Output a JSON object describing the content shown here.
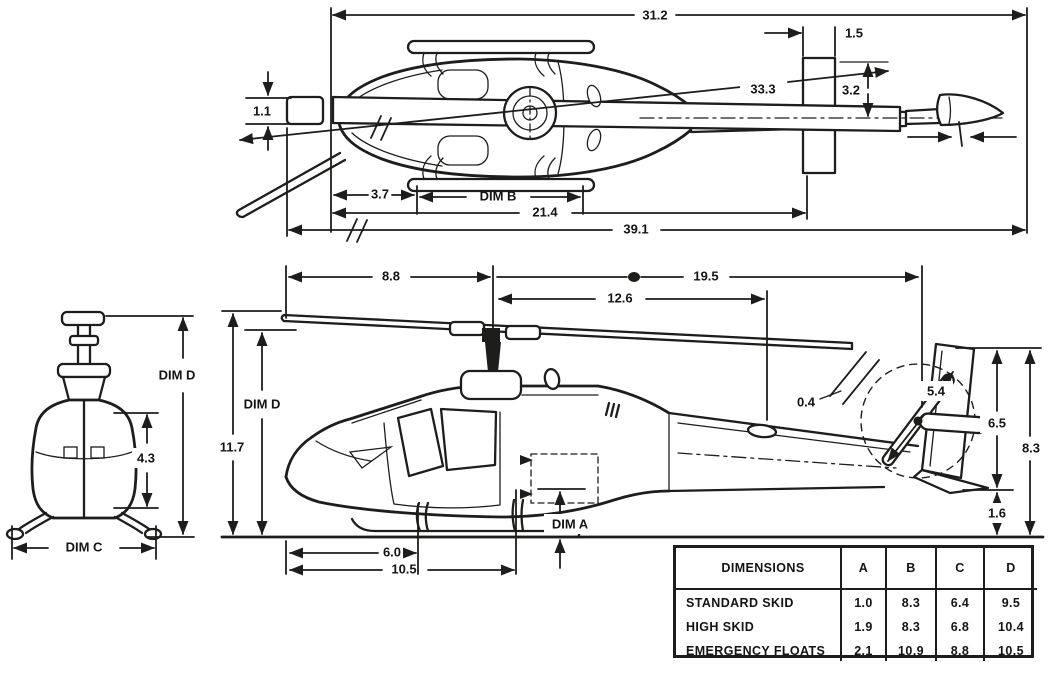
{
  "palette": {
    "ink": "#1d1d1b",
    "paper": "#ffffff"
  },
  "top_view": {
    "d31_2": "31.2",
    "d1_5": "1.5",
    "d33_3": "33.3",
    "d3_2": "3.2",
    "d1_1": "1.1",
    "d3_7": "3.7",
    "dim_b": "DIM B",
    "d21_4": "21.4",
    "d39_1": "39.1"
  },
  "front_view": {
    "dim_d": "DIM D",
    "d4_3": "4.3",
    "dim_c": "DIM C"
  },
  "side_view": {
    "d8_8": "8.8",
    "d19_5": "19.5",
    "d12_6": "12.6",
    "d11_7": "11.7",
    "dim_d": "DIM D",
    "d0_4": "0.4",
    "d5_4": "5.4",
    "d6_5": "6.5",
    "d8_3": "8.3",
    "d1_6": "1.6",
    "dim_a": "DIM A",
    "d6_0": "6.0",
    "d10_5": "10.5"
  },
  "table": {
    "header": {
      "dimensions": "DIMENSIONS",
      "a": "A",
      "b": "B",
      "c": "C",
      "d": "D"
    },
    "rows": [
      {
        "label": "STANDARD SKID",
        "a": "1.0",
        "b": "8.3",
        "c": "6.4",
        "d": "9.5"
      },
      {
        "label": "HIGH SKID",
        "a": "1.9",
        "b": "8.3",
        "c": "6.8",
        "d": "10.4"
      },
      {
        "label": "EMERGENCY FLOATS",
        "a": "2.1",
        "b": "10.9",
        "c": "8.8",
        "d": "10.5"
      }
    ]
  }
}
